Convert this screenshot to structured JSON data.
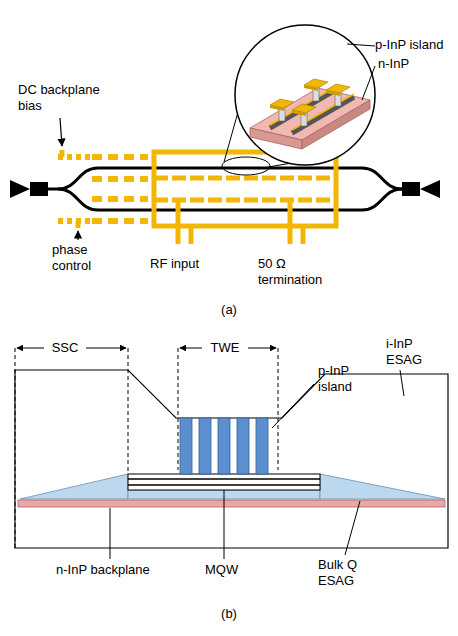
{
  "diagram": {
    "labels": [
      "p-InP island",
      "n-InP",
      "DC backplane bias",
      "phase control",
      "RF input",
      "50 Ω termination",
      "(a)",
      "SSC",
      "TWE",
      "p-InP island",
      "i-InP ESAG",
      "n-InP backplane",
      "MQW",
      "Bulk Q ESAG",
      "(b)"
    ]
  }
}
